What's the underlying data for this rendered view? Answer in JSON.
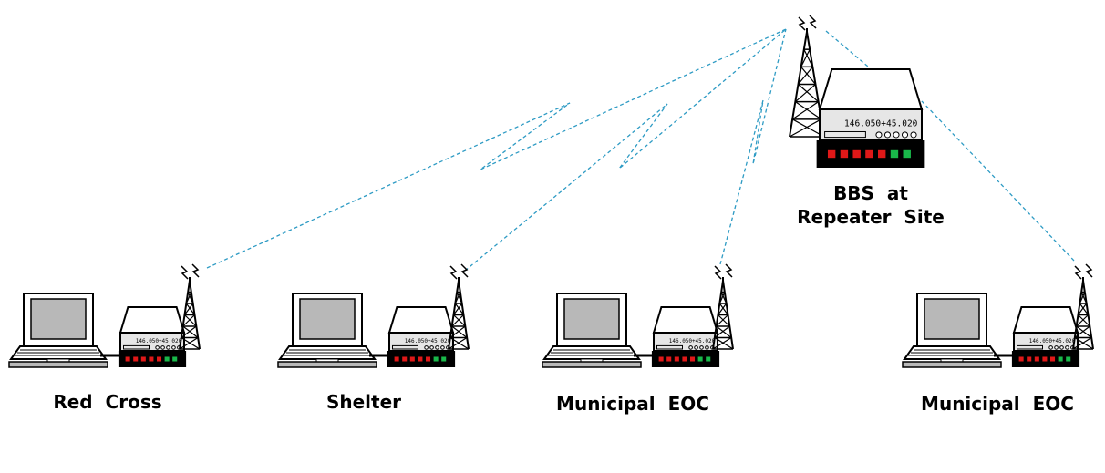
{
  "colors": {
    "link": "#2e9bc4",
    "outline": "#000000",
    "screen": "#b8b8b8",
    "radio_face": "#e6e6e6",
    "led_red": "#e01818",
    "led_green": "#19b84a"
  },
  "hub": {
    "label_line1": "BBS  at",
    "label_line2": "Repeater  Site",
    "display_left": "146.050",
    "display_right": "+45.020"
  },
  "stations": [
    {
      "label": "Red  Cross",
      "display_left": "146.050",
      "display_right": "+45.020"
    },
    {
      "label": "Shelter",
      "display_left": "146.050",
      "display_right": "+45.020"
    },
    {
      "label": "Municipal  EOC",
      "display_left": "146.050",
      "display_right": "+45.020"
    },
    {
      "label": "Municipal  EOC",
      "display_left": "146.050",
      "display_right": "+45.020"
    }
  ]
}
